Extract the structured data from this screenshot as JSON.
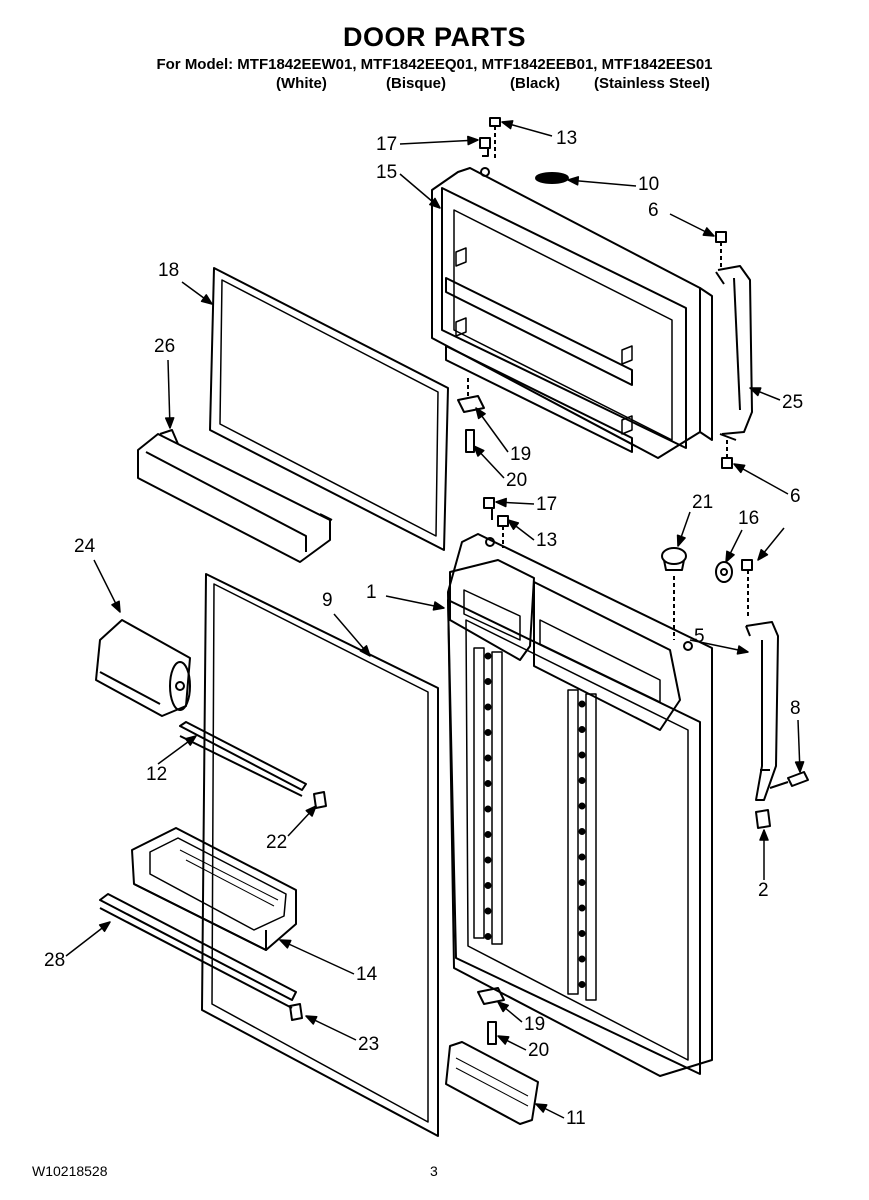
{
  "header": {
    "title": "DOOR PARTS",
    "models_line": "For Model: MTF1842EEW01, MTF1842EEQ01, MTF1842EEB01, MTF1842EES01",
    "variants": [
      "(White)",
      "(Bisque)",
      "(Black)",
      "(Stainless Steel)"
    ]
  },
  "callouts": [
    "17",
    "13",
    "15",
    "10",
    "6",
    "18",
    "26",
    "25",
    "19",
    "20",
    "6",
    "17",
    "21",
    "16",
    "13",
    "24",
    "1",
    "9",
    "5",
    "8",
    "12",
    "22",
    "2",
    "14",
    "28",
    "19",
    "23",
    "20",
    "11"
  ],
  "footer": {
    "doc_number": "W10218528",
    "page_number": "3"
  }
}
